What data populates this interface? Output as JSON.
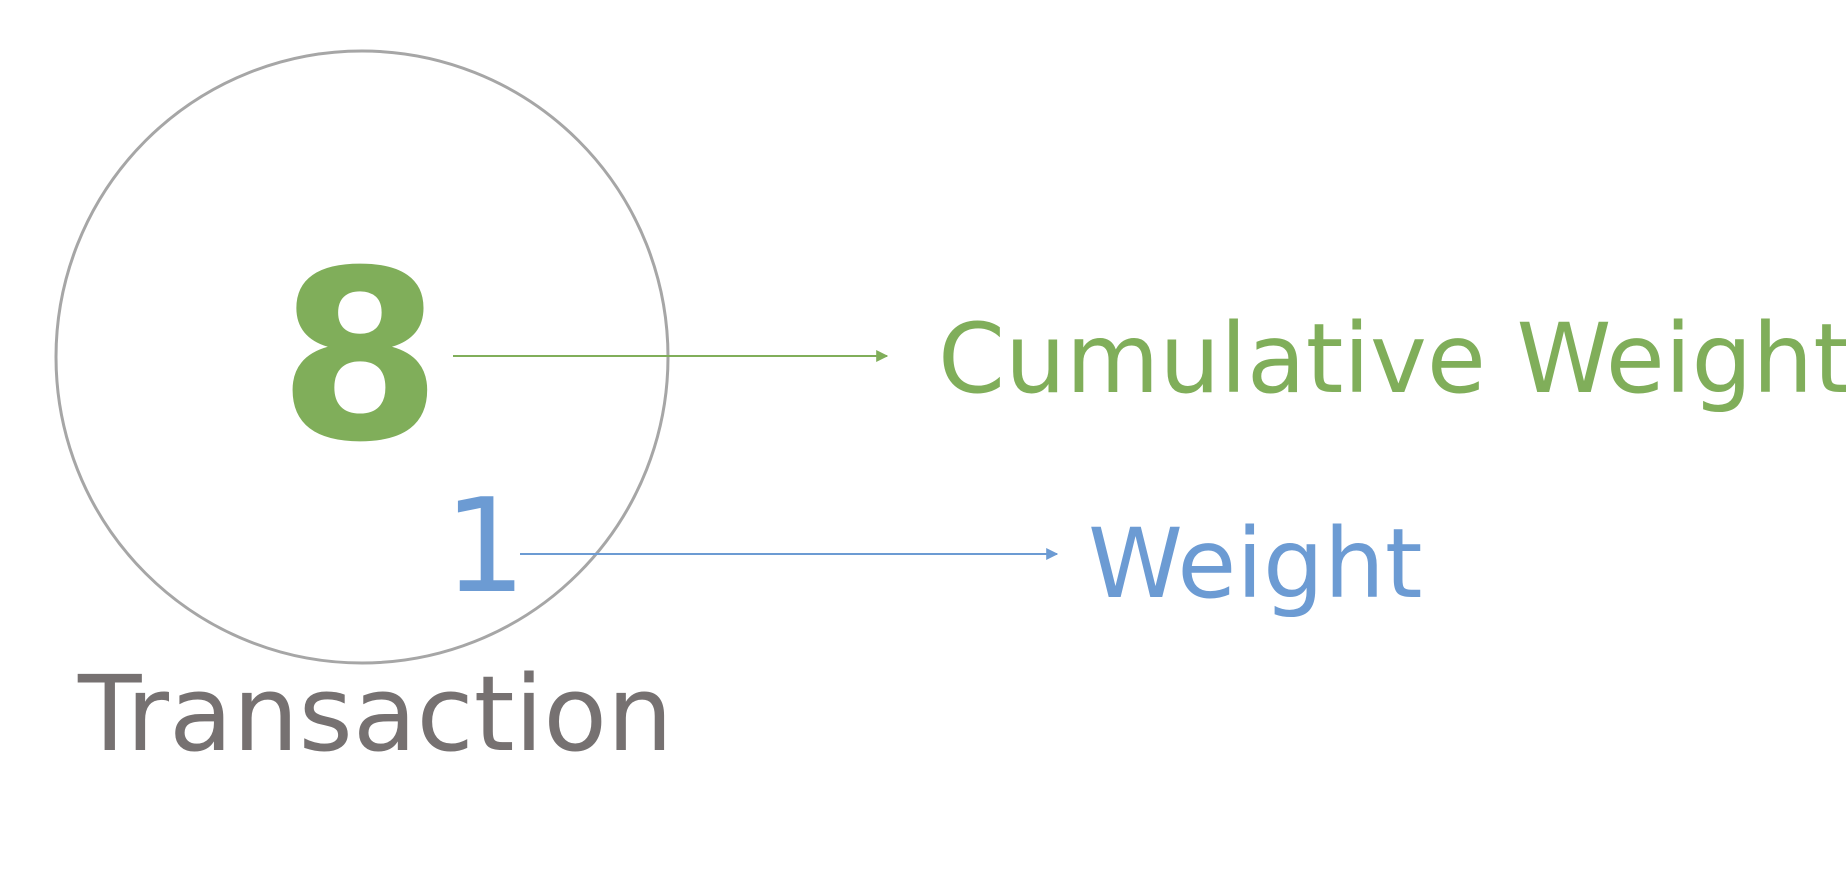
{
  "node": {
    "cumulative_weight": "8",
    "weight": "1",
    "caption": "Transaction"
  },
  "labels": {
    "cumulative_weight": "Cumulative Weight",
    "weight": "Weight"
  },
  "colors": {
    "green": "#80AE5A",
    "blue": "#6C9BD3",
    "grey_text": "#767171",
    "circle_stroke": "#A6A6A6"
  }
}
